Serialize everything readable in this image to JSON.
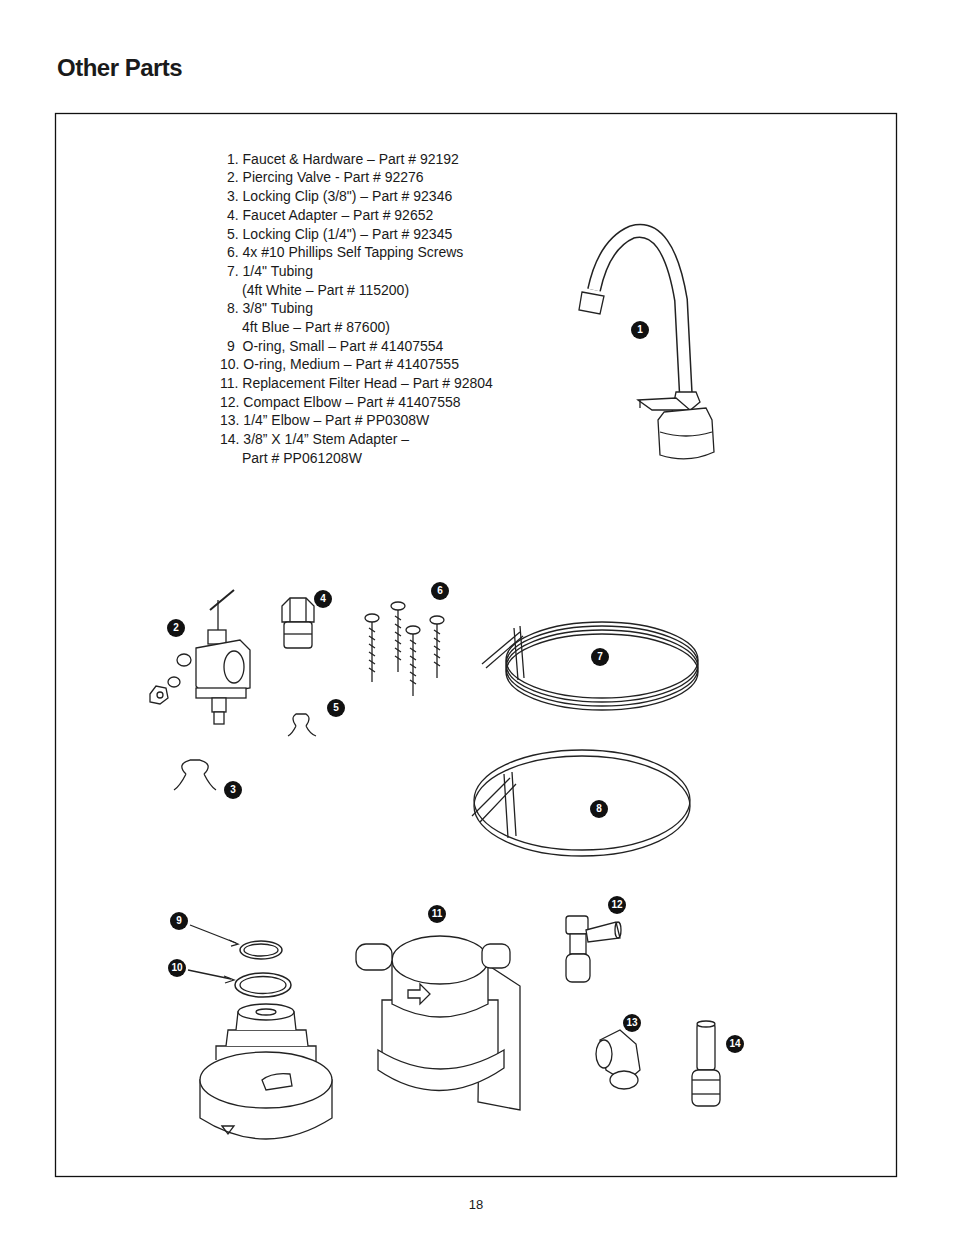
{
  "diagram": {
    "title": "Other Parts",
    "labels": [
      "1. Faucet & Hardware – Part # 92192",
      "2. Piercing Valve - Part # 92276",
      "3. Locking Clip (3/8\") – Part # 92346",
      "4. Faucet Adapter – Part # 92652",
      "5. Locking Clip (1/4\") – Part # 92345",
      "6. 4x #10 Phillips Self Tapping Screws",
      "7. 1/4\" Tubing",
      "(4ft White – Part # 115200)",
      "8. 3/8\" Tubing",
      "4ft Blue – Part # 87600)",
      "9  O-ring, Small – Part # 41407554",
      "10. O-ring, Medium – Part # 41407555",
      "11. Replacement Filter Head – Part # 92804",
      "12. Compact Elbow – Part # 41407558",
      "13. 1/4” Elbow – Part # PP0308W",
      "14. 3/8” X 1/4” Stem Adapter –",
      "Part # PP061208W",
      "1",
      "2",
      "3",
      "4",
      "5",
      "6",
      "7",
      "8",
      "9",
      "10",
      "11",
      "12",
      "13",
      "14",
      "18"
    ]
  }
}
